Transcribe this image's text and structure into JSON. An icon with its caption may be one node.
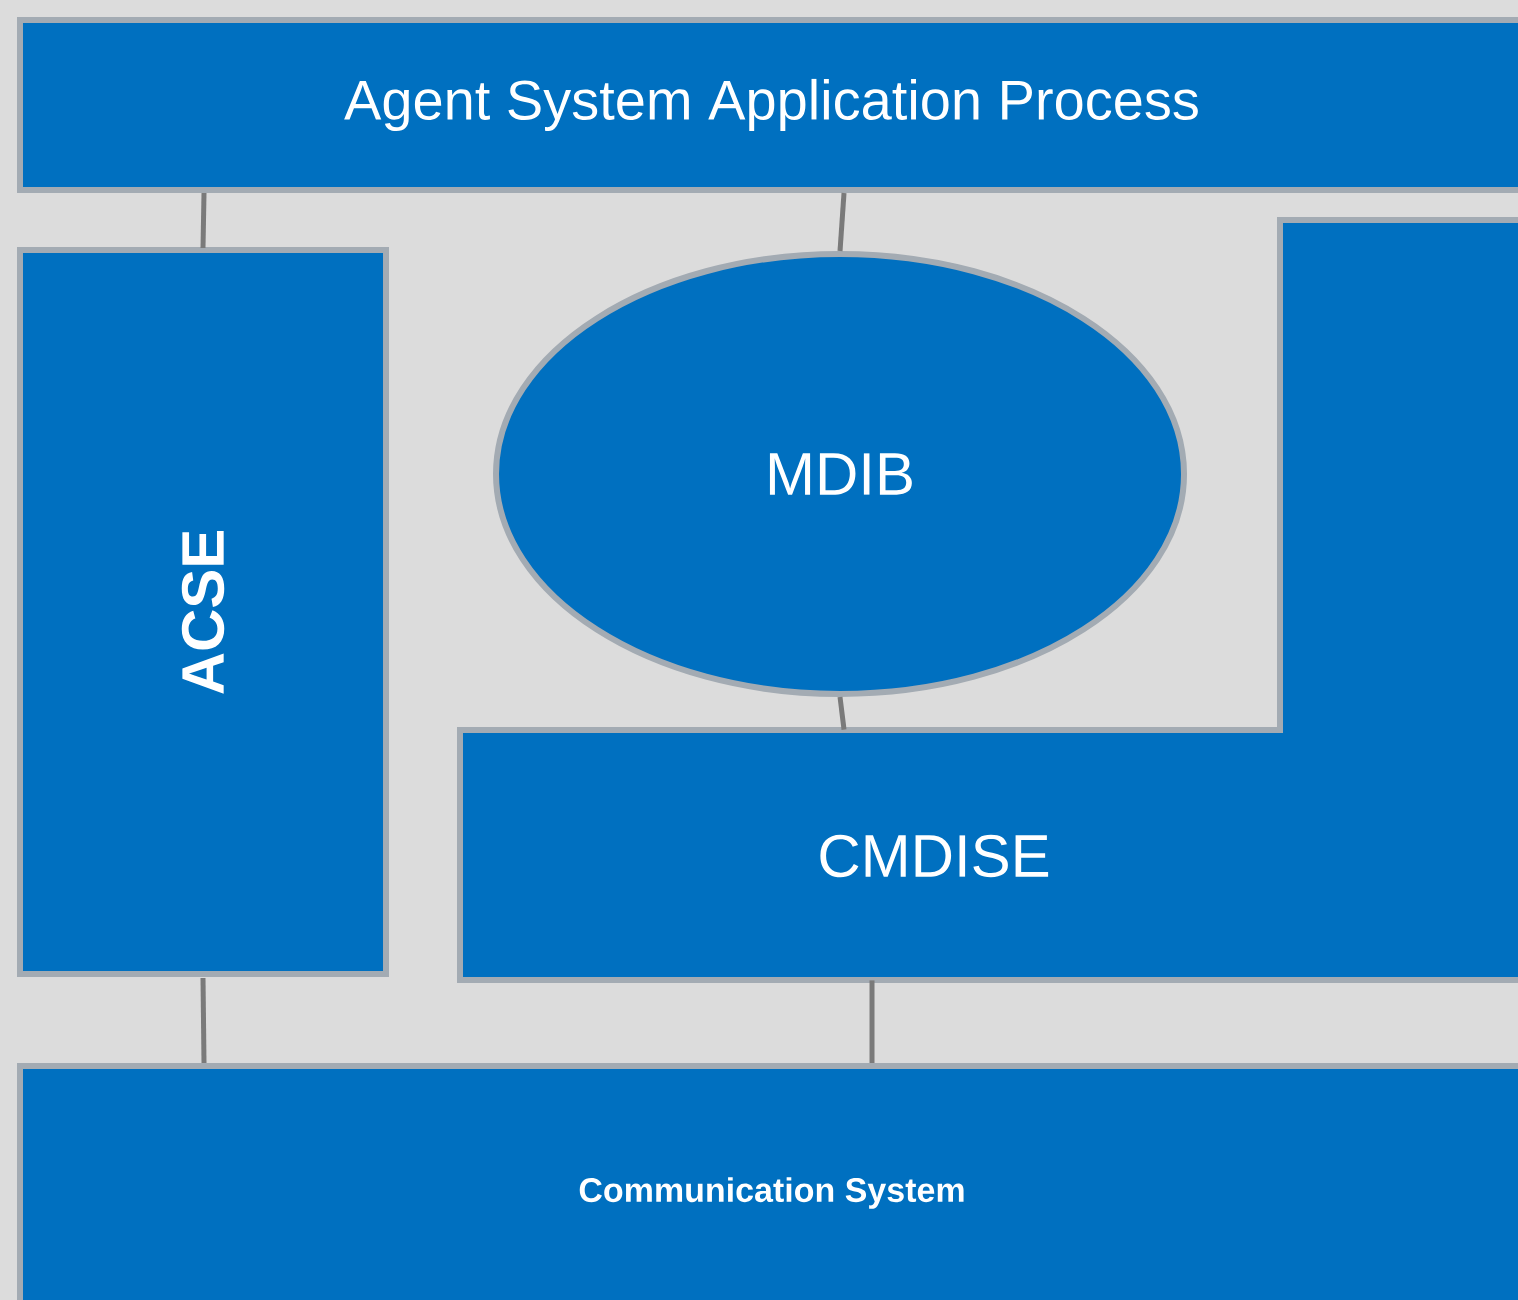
{
  "diagram": {
    "nodes": [
      {
        "text": [
          "Agent System Application Process"
        ]
      },
      {
        "text": [
          "ACSE"
        ]
      },
      {
        "text": [
          "MDIB"
        ]
      },
      {
        "text": [
          "CMDISE"
        ]
      },
      {
        "text": [
          "Communication System"
        ]
      }
    ],
    "edges": [
      {
        "from": 0,
        "to": 1,
        "arrow": "none"
      },
      {
        "from": 0,
        "to": 2,
        "arrow": "none"
      },
      {
        "from": 2,
        "to": 3,
        "arrow": "none"
      },
      {
        "from": 1,
        "to": 4,
        "arrow": "none"
      },
      {
        "from": 3,
        "to": 4,
        "arrow": "none"
      }
    ]
  }
}
